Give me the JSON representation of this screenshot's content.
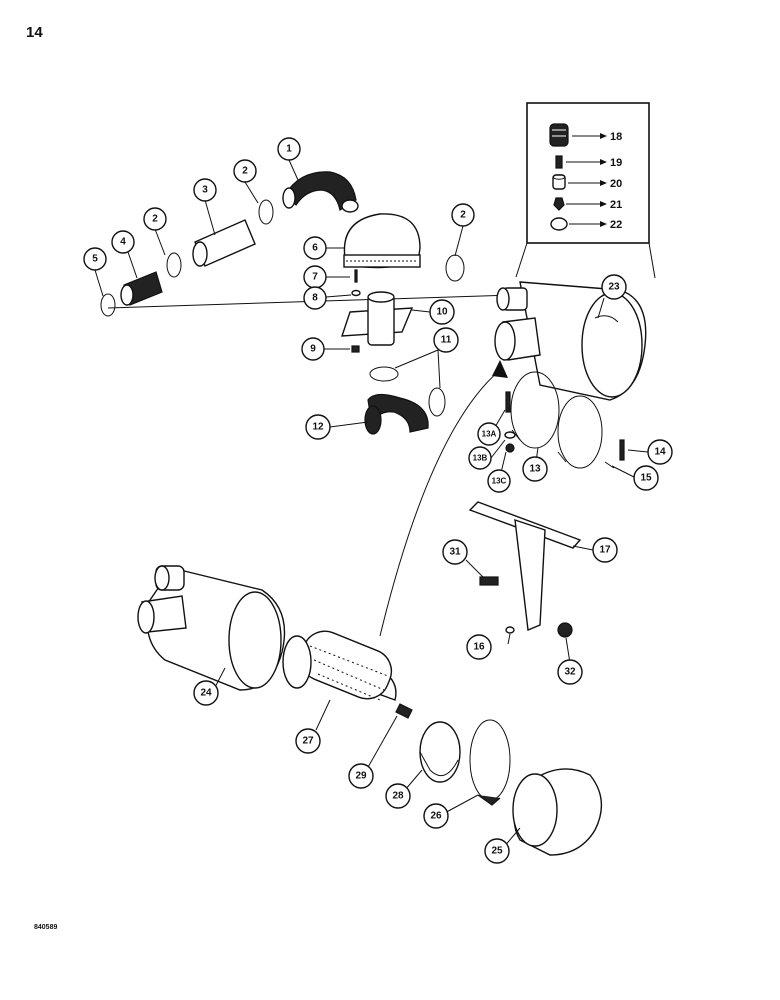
{
  "page": {
    "number": "14",
    "doc_code": "840589"
  },
  "callouts": {
    "c1": "1",
    "c2a": "2",
    "c2b": "2",
    "c2c": "2",
    "c3": "3",
    "c4": "4",
    "c5": "5",
    "c6": "6",
    "c7": "7",
    "c8": "8",
    "c9": "9",
    "c10": "10",
    "c11": "11",
    "c12": "12",
    "c13a": "13A",
    "c13b": "13B",
    "c13c": "13C",
    "c13": "13",
    "c14": "14",
    "c15": "15",
    "c16": "16",
    "c17": "17",
    "c23": "23",
    "c24": "24",
    "c25": "25",
    "c26": "26",
    "c27": "27",
    "c28": "28",
    "c29": "29",
    "c31": "31",
    "c32": "32"
  },
  "inset": {
    "i18": "18",
    "i19": "19",
    "i20": "20",
    "i21": "21",
    "i22": "22"
  }
}
